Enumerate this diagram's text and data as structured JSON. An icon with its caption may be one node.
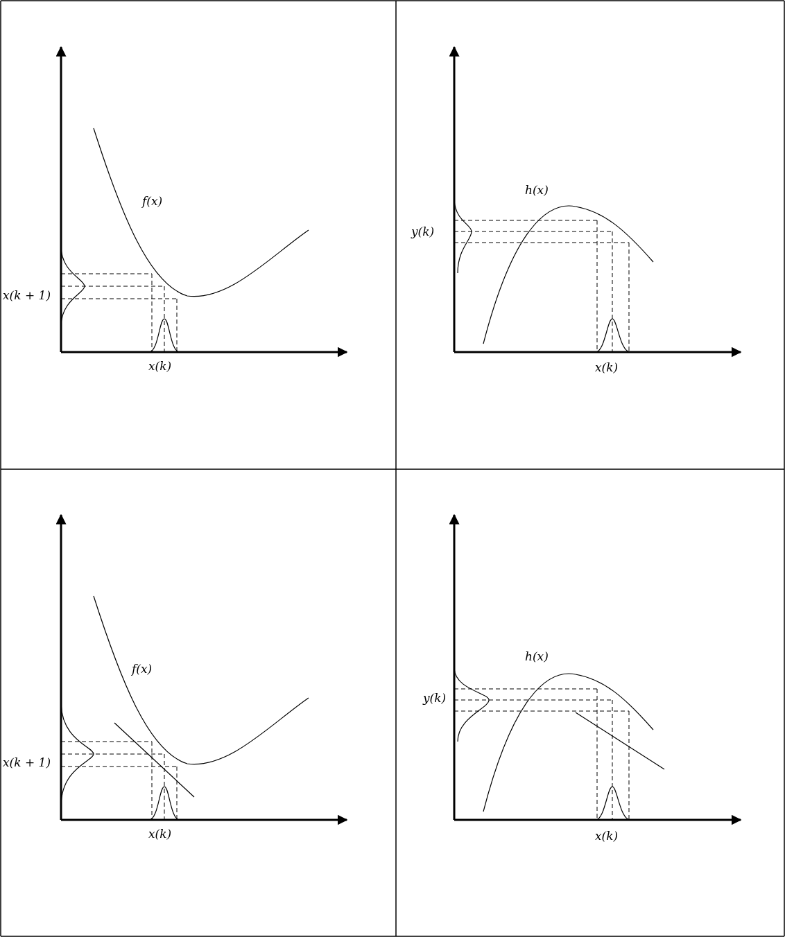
{
  "diagram": {
    "labels": [
      "f(x)",
      "h(x)",
      "y(k)",
      "x(k + 1)",
      "x(k)",
      "x(k)",
      "f(x)",
      "h(x)",
      "y(k)",
      "x(k + 1)",
      "x(k)",
      "x(k)"
    ]
  }
}
